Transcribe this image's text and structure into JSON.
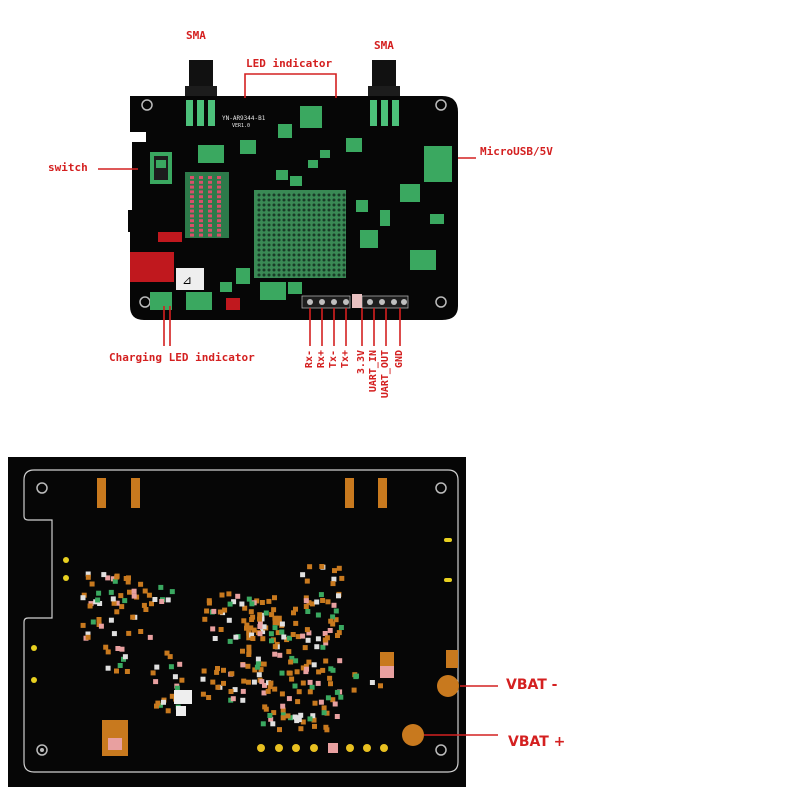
{
  "top_board": {
    "silkscreen_part": "YN-AR9344-B1",
    "silkscreen_ver": "VER1.0",
    "labels": {
      "sma_left": "SMA",
      "sma_right": "SMA",
      "led_indicator": "LED indicator",
      "switch": "switch",
      "microusb": "MicroUSB/5V",
      "charging_led": "Charging LED indicator"
    },
    "pins": [
      "Rx-",
      "Rx+",
      "Tx-",
      "Tx+",
      "3.3V",
      "UART_IN",
      "UART_OUT",
      "GND"
    ]
  },
  "bottom_board": {
    "labels": {
      "vbat_minus": "VBAT -",
      "vbat_plus": "VBAT +"
    }
  },
  "colors": {
    "annotation_red": "#d42020",
    "board_black": "#060606",
    "copper": "#c8791e",
    "component_green": "#3aa860"
  }
}
